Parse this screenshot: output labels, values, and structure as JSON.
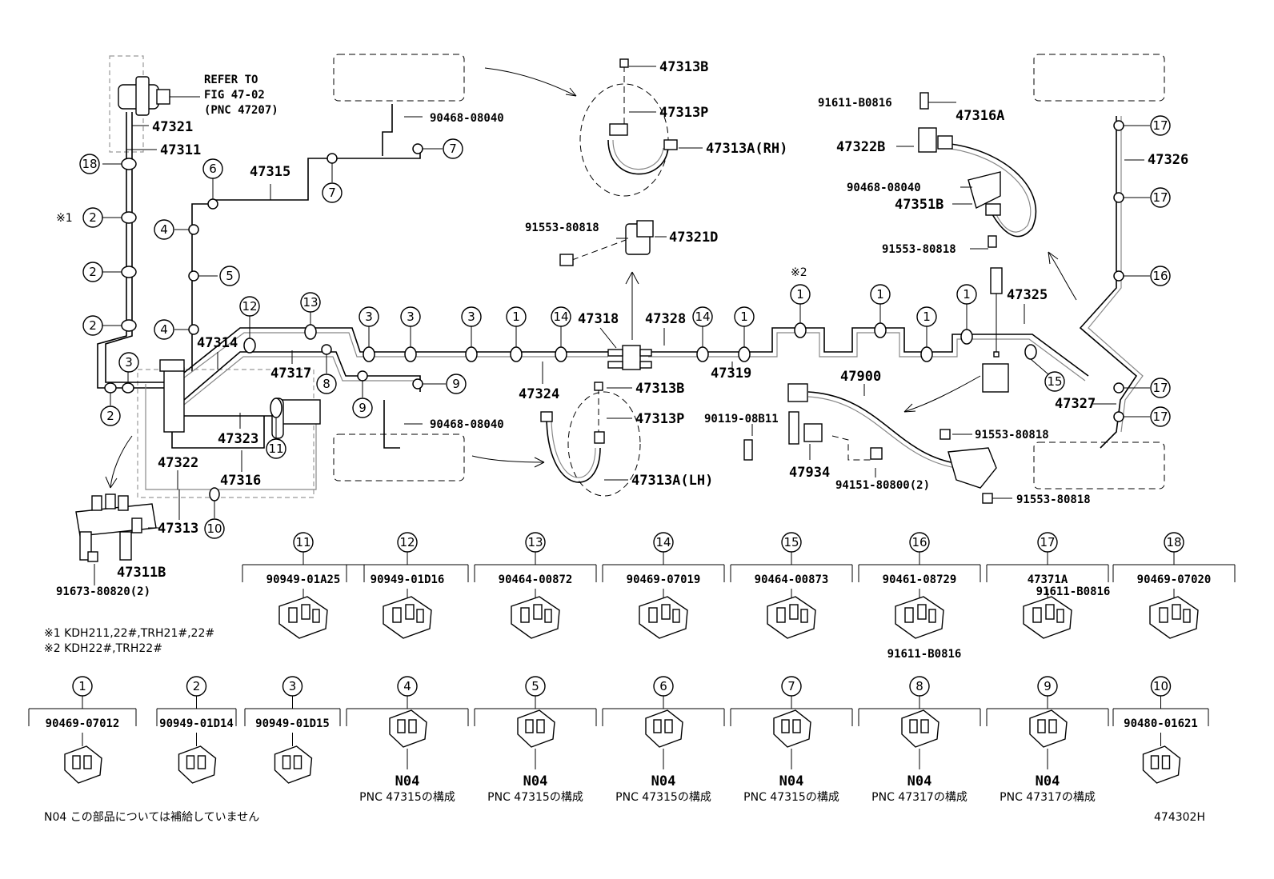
{
  "refer": {
    "line1": "REFER TO",
    "line2": "FIG 47-02",
    "line3": "(PNC 47207)"
  },
  "labels": {
    "p47321": "47321",
    "p47311": "47311",
    "p47315": "47315",
    "p47314": "47314",
    "p47317": "47317",
    "p47323": "47323",
    "p47322": "47322",
    "p47316": "47316",
    "p47313": "47313",
    "p47311B": "47311B",
    "p91673": "91673-80820(2)",
    "p90468a": "90468-08040",
    "p47313B_top": "47313B",
    "p47313P_top": "47313P",
    "p47313A_rh": "47313A(RH)",
    "p91553a": "91553-80818",
    "p47321D": "47321D",
    "p47318": "47318",
    "p47328": "47328",
    "p47324": "47324",
    "p47319": "47319",
    "p47313B_bot": "47313B",
    "p47313P_bot": "47313P",
    "p90468b": "90468-08040",
    "p47313A_lh": "47313A(LH)",
    "p91611a": "91611-B0816",
    "p47316A": "47316A",
    "p47322B": "47322B",
    "p90468c": "90468-08040",
    "p47351B": "47351B",
    "p91553b": "91553-80818",
    "p47325": "47325",
    "p47326": "47326",
    "p47327": "47327",
    "p47900": "47900",
    "p90119": "90119-08B11",
    "p47934": "47934",
    "p94151": "94151-80800(2)",
    "p91553c": "91553-80818",
    "p91553d": "91553-80818",
    "mark1": "※1",
    "mark2": "※2"
  },
  "notes": {
    "n1": "※1 KDH211,22#,TRH21#,22#",
    "n2": "※2 KDH22#,TRH22#",
    "n04": "N04 この部品については補給していません",
    "figno": "474302H"
  },
  "legend_top": [
    {
      "num": "11",
      "part": "90949-01A25"
    },
    {
      "num": "12",
      "part": "90949-01D16"
    },
    {
      "num": "13",
      "part": "90464-00872"
    },
    {
      "num": "14",
      "part": "90469-07019"
    },
    {
      "num": "15",
      "part": "90464-00873"
    },
    {
      "num": "16",
      "part": "90461-08729",
      "sub": "91611-B0816"
    },
    {
      "num": "17",
      "part": "47371A",
      "sub": "91611-B0816"
    },
    {
      "num": "18",
      "part": "90469-07020"
    }
  ],
  "legend_bottom": [
    {
      "num": "1",
      "part": "90469-07012"
    },
    {
      "num": "2",
      "part": "90949-01D14"
    },
    {
      "num": "3",
      "part": "90949-01D15"
    },
    {
      "num": "4",
      "code": "N04",
      "pnc": "PNC 47315の構成"
    },
    {
      "num": "5",
      "code": "N04",
      "pnc": "PNC 47315の構成"
    },
    {
      "num": "6",
      "code": "N04",
      "pnc": "PNC 47315の構成"
    },
    {
      "num": "7",
      "code": "N04",
      "pnc": "PNC 47315の構成"
    },
    {
      "num": "8",
      "code": "N04",
      "pnc": "PNC 47317の構成"
    },
    {
      "num": "9",
      "code": "N04",
      "pnc": "PNC 47317の構成"
    },
    {
      "num": "10",
      "part": "90480-01621"
    }
  ],
  "callouts": {
    "c1": "1",
    "c2": "2",
    "c3": "3",
    "c4": "4",
    "c5": "5",
    "c6": "6",
    "c7": "7",
    "c8": "8",
    "c9": "9",
    "c10": "10",
    "c11": "11",
    "c12": "12",
    "c13": "13",
    "c14": "14",
    "c15": "15",
    "c16": "16",
    "c17": "17",
    "c18": "18"
  }
}
